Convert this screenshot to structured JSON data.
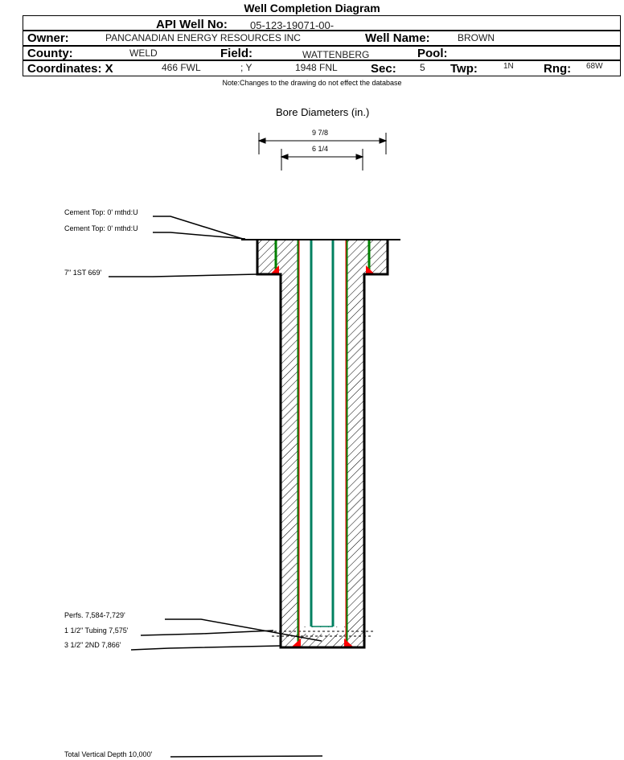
{
  "title": "Well Completion Diagram",
  "header": {
    "api_label": "API Well No:",
    "api_value": "05-123-19071-00-",
    "owner_label": "Owner:",
    "owner_value": "PANCANADIAN ENERGY RESOURCES INC",
    "well_name_label": "Well Name:",
    "well_name_value": "BROWN",
    "county_label": "County:",
    "county_value": "WELD",
    "field_label": "Field:",
    "field_value": "WATTENBERG",
    "pool_label": "Pool:",
    "coords_label": "Coordinates: X",
    "x_value": "466 FWL",
    "y_label": "; Y",
    "y_value": "1948 FNL",
    "sec_label": "Sec:",
    "sec_value": "5",
    "twp_label": "Twp:",
    "twp_value": "1N",
    "rng_label": "Rng:",
    "rng_value": "68W"
  },
  "note": "Note:Changes to the drawing do not effect the database",
  "diagram": {
    "bore_title": "Bore Diameters (in.)",
    "bore_1": "9 7/8",
    "bore_2": "6 1/4",
    "labels": [
      "Cement Top: 0' mthd:U",
      "Cement Top: 0' mthd:U",
      "7\" 1ST 669'",
      "Perfs. 7,584-7,729'",
      "1 1/2\" Tubing 7,575'",
      "3 1/2\" 2ND 7,866'",
      "Total Vertical Depth 10,000'"
    ]
  }
}
